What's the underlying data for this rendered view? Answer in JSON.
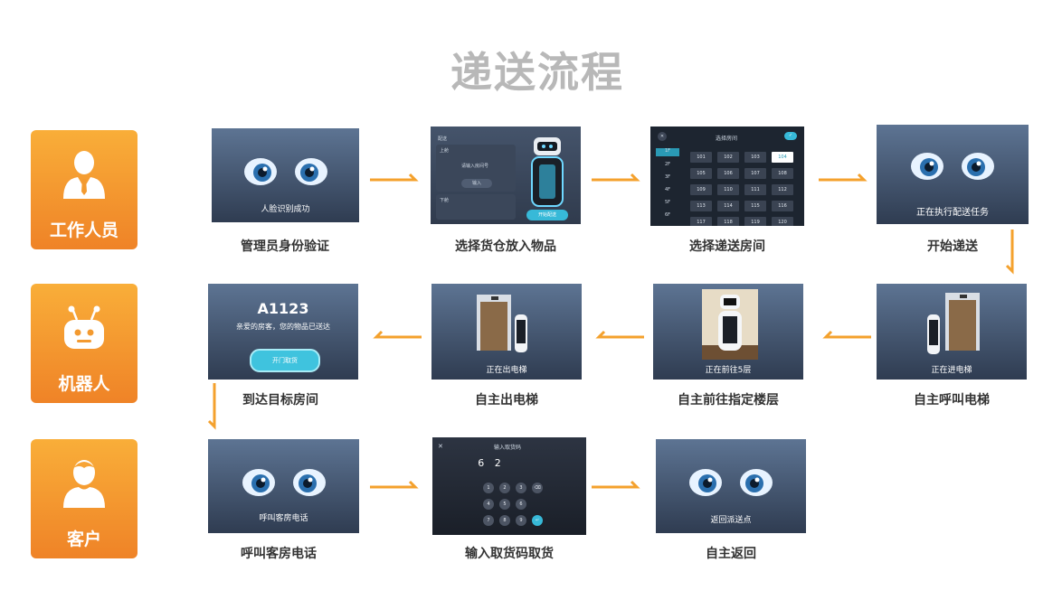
{
  "title": "递送流程",
  "roles": [
    {
      "id": "staff",
      "label": "工作人员",
      "icon": "person-tie-icon"
    },
    {
      "id": "robot",
      "label": "机器人",
      "icon": "robot-icon"
    },
    {
      "id": "guest",
      "label": "客户",
      "icon": "person-icon"
    }
  ],
  "steps": {
    "s1": {
      "caption": "管理员身份验证",
      "screen_text": "人脸识别成功"
    },
    "s2": {
      "caption": "选择货仓放入物品",
      "top_label": "上舱",
      "top_hint": "请输入房间号",
      "top_button": "输入",
      "bottom_label": "下舱",
      "send_button": "开始配送",
      "header": "配送"
    },
    "s3": {
      "caption": "选择递送房间",
      "header": "选择房间",
      "floors": [
        "1F",
        "2F",
        "3F",
        "4F",
        "5F",
        "6F"
      ],
      "rooms": [
        "101",
        "102",
        "103",
        "104",
        "105",
        "106",
        "107",
        "108",
        "109",
        "110",
        "111",
        "112",
        "113",
        "114",
        "115",
        "116",
        "117",
        "118",
        "119",
        "120"
      ],
      "selected": "104"
    },
    "s4": {
      "caption": "开始递送",
      "screen_text": "正在执行配送任务"
    },
    "s5": {
      "caption": "自主呼叫电梯",
      "screen_text": "正在进电梯"
    },
    "s6": {
      "caption": "自主前往指定楼层",
      "screen_text": "正在前往5层"
    },
    "s7": {
      "caption": "自主出电梯",
      "screen_text": "正在出电梯"
    },
    "s8": {
      "caption": "到达目标房间",
      "room": "A1123",
      "message": "亲爱的房客，您的物品已送达",
      "button": "开门取货"
    },
    "s9": {
      "caption": "呼叫客房电话",
      "screen_text": "呼叫客房电话"
    },
    "s10": {
      "caption": "输入取货码取货",
      "header": "输入取货码",
      "code": "6 2",
      "keys": [
        "1",
        "2",
        "3",
        "4",
        "5",
        "6",
        "7",
        "8",
        "9"
      ]
    },
    "s11": {
      "caption": "自主返回",
      "screen_text": "返回派送点"
    }
  },
  "colors": {
    "accent": "#f4a12d",
    "role_top": "#f9ae39",
    "role_bottom": "#ef8327",
    "screen_top": "#5d7493",
    "screen_bottom": "#2f3c51",
    "title": "#b8b8b8"
  }
}
